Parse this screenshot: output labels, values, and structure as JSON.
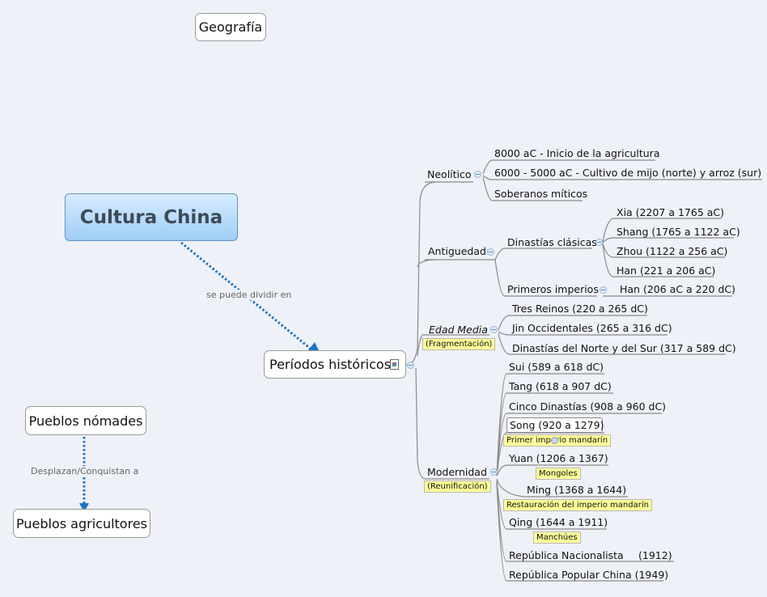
{
  "central": "Cultura China",
  "floating": {
    "geografia": "Geografía",
    "nomades": "Pueblos nómades",
    "agricultores": "Pueblos agricultores"
  },
  "relations": {
    "dividir": "se puede dividir en",
    "desplazan": "Desplazan/Conquistan a"
  },
  "periodos": "Períodos históricos",
  "neolitico": {
    "label": "Neolítico",
    "items": [
      "8000 aC - Inicio de la agricultura",
      "6000 - 5000 aC - Cultivo de mijo (norte) y arroz (sur)",
      "Soberanos míticos"
    ]
  },
  "antiguedad": {
    "label": "Antiguedad",
    "clasicas": {
      "label": "Dinastías clásicas",
      "items": [
        "Xia (2207 a 1765 aC)",
        "Shang (1765 a 1122 aC)",
        "Zhou (1122 a 256 aC)",
        "Han (221 a 206 aC)"
      ]
    },
    "primeros": {
      "label": "Primeros imperios",
      "items": [
        "Han (206 aC a 220 dC)"
      ]
    }
  },
  "edad_media": {
    "label": "Edad Media",
    "note": "(Fragmentación)",
    "items": [
      "Tres Reinos (220 a 265 dC)",
      "Jin Occidentales (265 a 316 dC)",
      "Dinastías del Norte y del Sur (317 a 589 dC)"
    ]
  },
  "modernidad": {
    "label": "Modernidad",
    "note": "(Reunificación)",
    "items": [
      "Sui (589 a 618 dC)",
      "Tang (618 a 907 dC)",
      "Cinco Dinastías (908 a 960 dC)",
      "Song (920 a 1279)",
      "Yuan (1206 a 1367)",
      "Ming (1368 a 1644)",
      "Qing (1644 a 1911)",
      "República Nacionalista",
      "República Popular China (1949)"
    ],
    "nacionalista_year": "(1912)",
    "notes": {
      "song": "Primer imperio mandarín",
      "yuan": "Mongoles",
      "ming": "Restauración del imperio mandarín",
      "qing": "Manchúes"
    }
  }
}
